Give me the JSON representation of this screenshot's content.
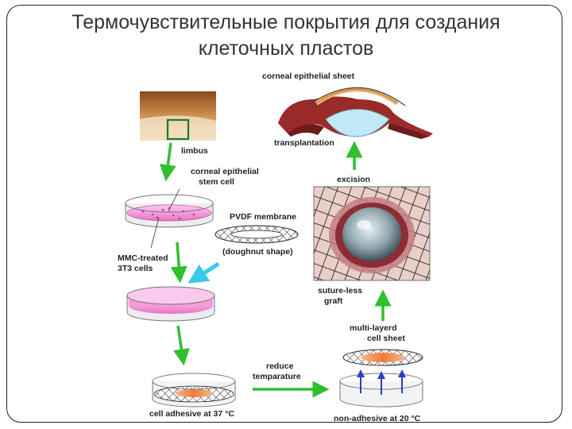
{
  "slide": {
    "title_line1": "Термочувствительные покрытия для создания",
    "title_line2": "клеточных пластов"
  },
  "labels": {
    "corneal_sheet": "corneal epithelial sheet",
    "transplantation": "transplantation",
    "limbus": "limbus",
    "stem_cell_1": "corneal epithelial",
    "stem_cell_2": "stem cell",
    "excision": "excision",
    "pvdf": "PVDF membrane",
    "doughnut": "(doughnut shape)",
    "mmc_1": "MMC-treated",
    "mmc_2": "3T3 cells",
    "sutureless_1": "suture-less",
    "sutureless_2": "graft",
    "multilayer_1": "multi-layerd",
    "multilayer_2": "cell sheet",
    "reduce_1": "reduce",
    "reduce_2": "temparature",
    "adhesive": "cell adhesive at 37 °C",
    "nonadhesive": "non-adhesive at 20 °C"
  },
  "colors": {
    "green_arrow": "#2fbf2f",
    "cyan_arrow": "#38c8e8",
    "pink_medium": "#f59bd8",
    "cornea_blue": "#bfeaf5",
    "eye_red": "#9b2a2a"
  }
}
